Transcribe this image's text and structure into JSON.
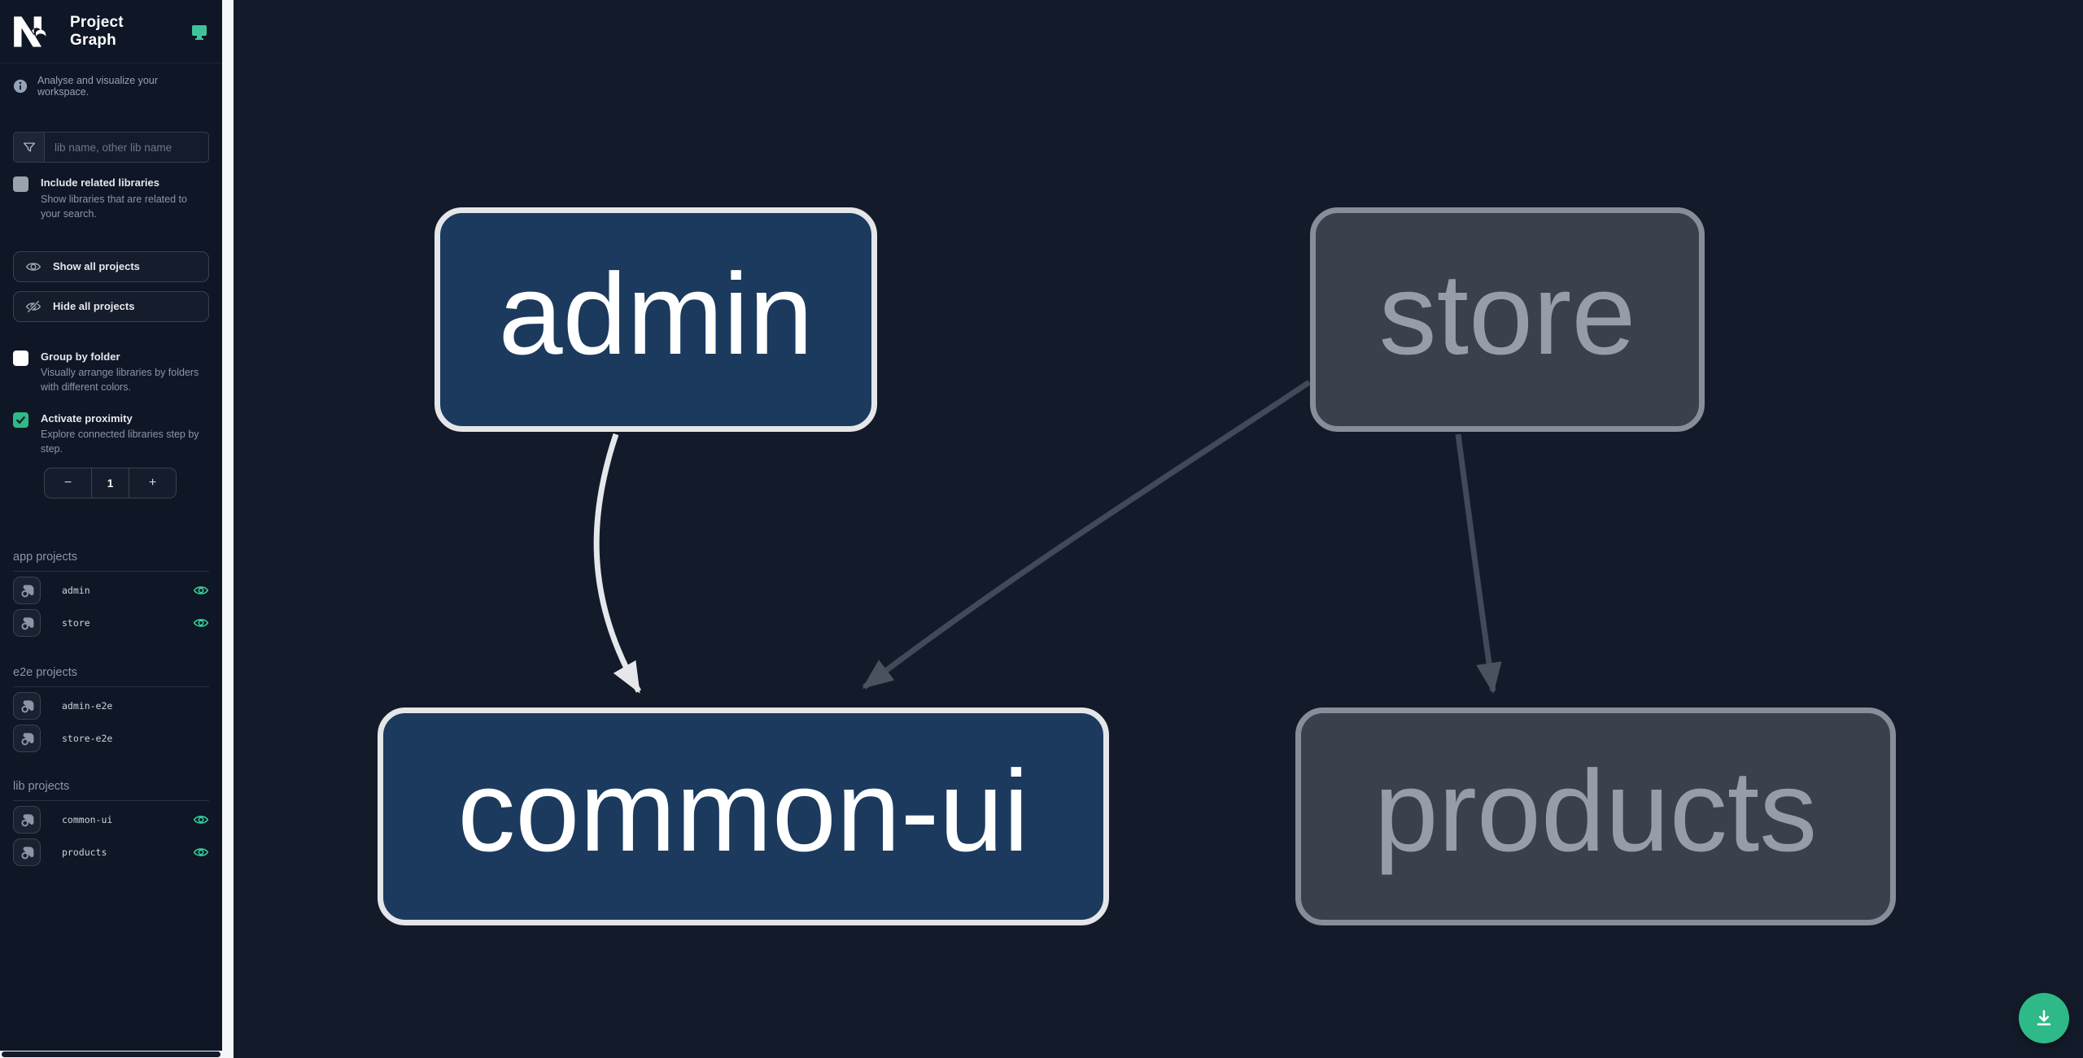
{
  "header": {
    "title": "Project Graph"
  },
  "info": {
    "text": "Analyse and visualize your workspace."
  },
  "search": {
    "placeholder": "lib name, other lib name",
    "value": ""
  },
  "checkboxes": {
    "include_related": {
      "label": "Include related libraries",
      "description": "Show libraries that are related to your search.",
      "checked": false,
      "disabled": true
    },
    "group_by_folder": {
      "label": "Group by folder",
      "description": "Visually arrange libraries by folders with different colors.",
      "checked": false
    },
    "activate_proximity": {
      "label": "Activate proximity",
      "description": "Explore connected libraries step by step.",
      "checked": true
    }
  },
  "buttons": {
    "show_all": "Show all projects",
    "hide_all": "Hide all projects"
  },
  "stepper": {
    "decrement": "−",
    "value": "1",
    "increment": "+"
  },
  "sections": [
    {
      "title": "app projects",
      "items": [
        {
          "name": "admin",
          "visible": true
        },
        {
          "name": "store",
          "visible": true
        }
      ]
    },
    {
      "title": "e2e projects",
      "items": [
        {
          "name": "admin-e2e",
          "visible": false
        },
        {
          "name": "store-e2e",
          "visible": false
        }
      ]
    },
    {
      "title": "lib projects",
      "items": [
        {
          "name": "common-ui",
          "visible": true
        },
        {
          "name": "products",
          "visible": true
        }
      ]
    }
  ],
  "graph": {
    "nodes": [
      {
        "label": "admin",
        "state": "focused"
      },
      {
        "label": "store",
        "state": "dimmed"
      },
      {
        "label": "common-ui",
        "state": "focused"
      },
      {
        "label": "products",
        "state": "dimmed"
      }
    ],
    "edges": [
      {
        "from": "admin",
        "to": "common-ui",
        "state": "focused"
      },
      {
        "from": "store",
        "to": "common-ui",
        "state": "dimmed"
      },
      {
        "from": "store",
        "to": "products",
        "state": "dimmed"
      }
    ]
  },
  "icons": {
    "logo": "nx-logo",
    "monitor": "monitor-icon",
    "info": "info-icon",
    "filter": "funnel-icon",
    "show": "eye-icon",
    "hide": "eye-off-icon",
    "focus": "focus-icon",
    "visible": "eye-icon",
    "download": "download-icon"
  },
  "colors": {
    "accent_teal": "#2eb988",
    "eye_green": "#34d399",
    "sidebar_bg": "#0f1625",
    "canvas_bg": "#131b2a",
    "node_focused_bg": "#1c3a5e",
    "node_focused_border": "#e4e6e9",
    "node_dimmed_bg": "#3a404c",
    "node_dimmed_border": "#878e9a",
    "edge_focused": "#e5e7eb",
    "edge_dimmed": "#414a58"
  }
}
